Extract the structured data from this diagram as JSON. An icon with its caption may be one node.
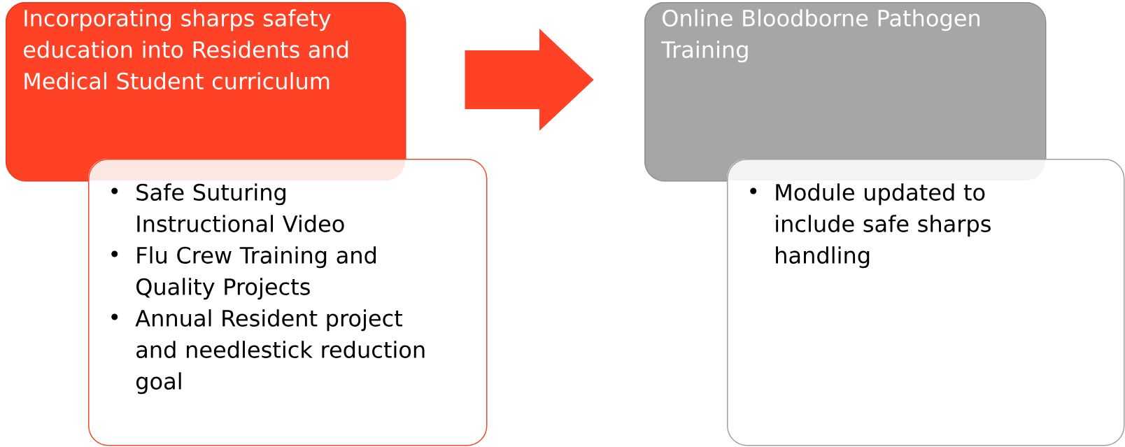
{
  "diagram": {
    "nodes": [
      {
        "text": [
          "Incorporating sharps safety education into Residents and Medical Student curriculum"
        ]
      },
      {
        "text": [
          "Safe Suturing Instructional Video",
          "Flu Crew Training and Quality Projects",
          "Annual Resident project and needlestick reduction goal"
        ]
      },
      {
        "text": [
          "Online Bloodborne Pathogen Training"
        ]
      },
      {
        "text": [
          "Module updated to include safe sharps handling"
        ]
      }
    ],
    "edges": [
      {
        "from": 0,
        "to": 2,
        "arrow": "to"
      }
    ]
  }
}
